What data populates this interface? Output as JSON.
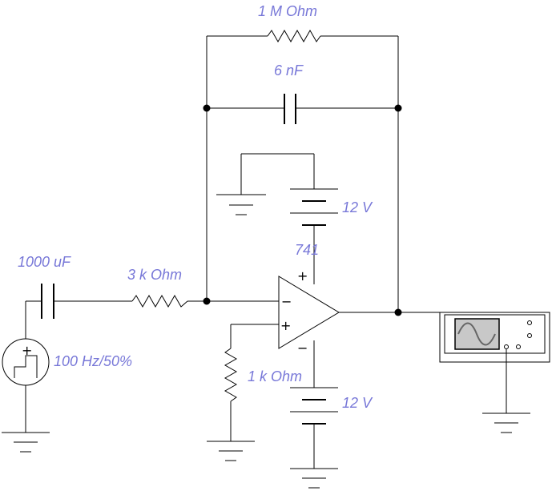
{
  "labels": {
    "feedback_resistor": "1 M Ohm",
    "feedback_capacitor": "6 nF",
    "supply_top": "12 V",
    "opamp": "741",
    "input_capacitor": "1000 uF",
    "input_resistor": "3 k Ohm",
    "source": "100 Hz/50%",
    "bias_resistor": "1 k Ohm",
    "supply_bottom": "12 V"
  },
  "opamp_pins": {
    "inverting": "−",
    "non_inverting": "+",
    "v_plus": "+",
    "v_minus": "−"
  },
  "source_symbol": "+",
  "colors": {
    "label": "#7878d8",
    "wire": "#000000",
    "scope_screen": "#c8c8c8"
  }
}
